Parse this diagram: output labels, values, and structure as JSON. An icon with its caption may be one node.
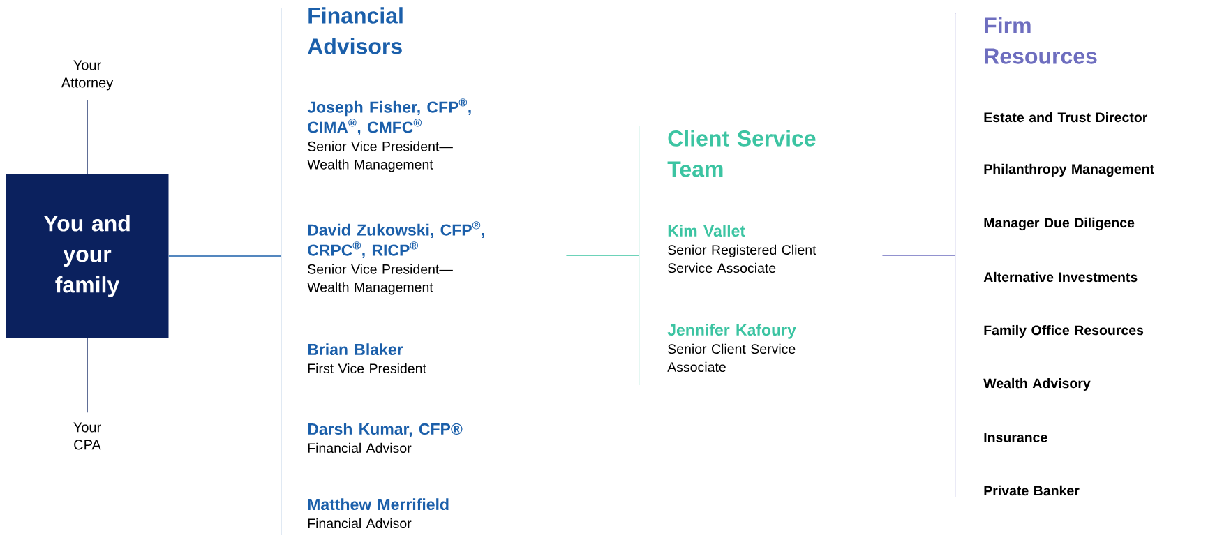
{
  "diagram": {
    "nodes": [
      {
        "text": [
          "Your Attorney"
        ]
      },
      {
        "text": [
          "You and your family"
        ]
      },
      {
        "text": [
          "Your CPA"
        ]
      },
      {
        "text": [
          "Financial Advisors"
        ]
      },
      {
        "text": [
          "Joseph Fisher, CFP$^{®}$, CIMA$^{®}$, CMFC$^{®}$",
          "Senior Vice President—Wealth Management"
        ],
        "in": 3
      },
      {
        "text": [
          "David Zukowski, CFP$^{®}$, CRPC$^{®}$, RICP$^{®}$",
          "Senior Vice President—Wealth Management"
        ],
        "in": 3
      },
      {
        "text": [
          "Brian Blaker",
          "First Vice President"
        ],
        "in": 3
      },
      {
        "text": [
          "Darsh Kumar, CFP®",
          "Financial Advisor"
        ],
        "in": 3
      },
      {
        "text": [
          "Matthew Merrifield",
          "Financial Advisor"
        ],
        "in": 3
      },
      {
        "text": [
          "Client Service Team"
        ]
      },
      {
        "text": [
          "Kim Vallet",
          "Senior Registered Client Service Associate"
        ],
        "in": 9
      },
      {
        "text": [
          "Jennifer Kafoury",
          "Senior Client Service Associate"
        ],
        "in": 9
      },
      {
        "text": [
          "Firm Resources"
        ]
      },
      {
        "text": [
          "Estate and Trust Director"
        ],
        "in": 12
      },
      {
        "text": [
          "Philanthropy Management"
        ],
        "in": 12
      },
      {
        "text": [
          "Manager Due Diligence"
        ],
        "in": 12
      },
      {
        "text": [
          "Alternative Investments"
        ],
        "in": 12
      },
      {
        "text": [
          "Family Office Resources"
        ],
        "in": 12
      },
      {
        "text": [
          "Wealth Advisory"
        ],
        "in": 12
      },
      {
        "text": [
          "Insurance"
        ],
        "in": 12
      },
      {
        "text": [
          "Private Banker"
        ],
        "in": 12
      }
    ],
    "edges": [
      {
        "from": 0,
        "to": 1,
        "arrow": "none",
        "color": "#0b215e"
      },
      {
        "from": 1,
        "to": 2,
        "arrow": "none",
        "color": "#0b215e"
      },
      {
        "from": 1,
        "to": 3,
        "arrow": "none",
        "color": "#1b5faa"
      },
      {
        "from": 3,
        "to": 9,
        "arrow": "none",
        "color": "#3cc4a2"
      },
      {
        "from": 9,
        "to": 12,
        "arrow": "none",
        "color": "#6e6ebf"
      }
    ]
  }
}
